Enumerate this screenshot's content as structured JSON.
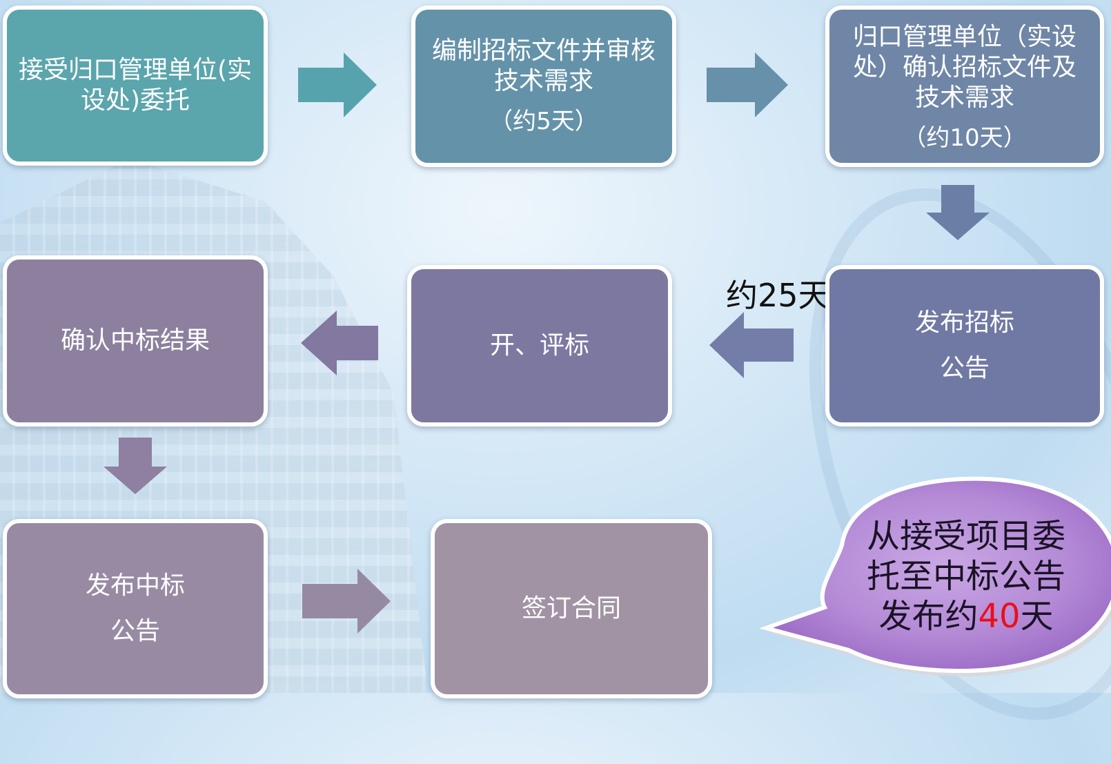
{
  "steps": [
    {
      "id": "accept",
      "lines": [
        "接受归口管理单位(实",
        "设处)委托"
      ],
      "duration": ""
    },
    {
      "id": "compile",
      "lines": [
        "编制招标文件并审核",
        "技术需求"
      ],
      "duration": "（约5天）"
    },
    {
      "id": "confirm",
      "lines": [
        "归口管理单位（实设",
        "处）确认招标文件及",
        "技术需求"
      ],
      "duration": "（约10天）"
    },
    {
      "id": "publish-tender",
      "lines": [
        "发布招标",
        "公告"
      ],
      "duration": ""
    },
    {
      "id": "open-evaluate",
      "lines": [
        "开、评标"
      ],
      "duration": ""
    },
    {
      "id": "confirm-winner",
      "lines": [
        "确认中标结果"
      ],
      "duration": ""
    },
    {
      "id": "publish-winner",
      "lines": [
        "发布中标",
        "公告"
      ],
      "duration": ""
    },
    {
      "id": "sign-contract",
      "lines": [
        "签订合同"
      ],
      "duration": ""
    }
  ],
  "duration_note": "约25天",
  "callout": {
    "line1": "从接受项目委",
    "line2": "托至中标公告",
    "line3_prefix": "发布约",
    "line3_number": "40",
    "line3_suffix": "天"
  },
  "colors": {
    "accept": "#5ba5ad",
    "compile": "#6492a9",
    "confirm": "#6f86a6",
    "publish_tender": "#7079a3",
    "open_evaluate": "#7c78a0",
    "confirm_winner": "#8c809e",
    "publish_winner": "#998aa4",
    "sign_contract": "#a193a4",
    "highlight": "#e8101a"
  }
}
